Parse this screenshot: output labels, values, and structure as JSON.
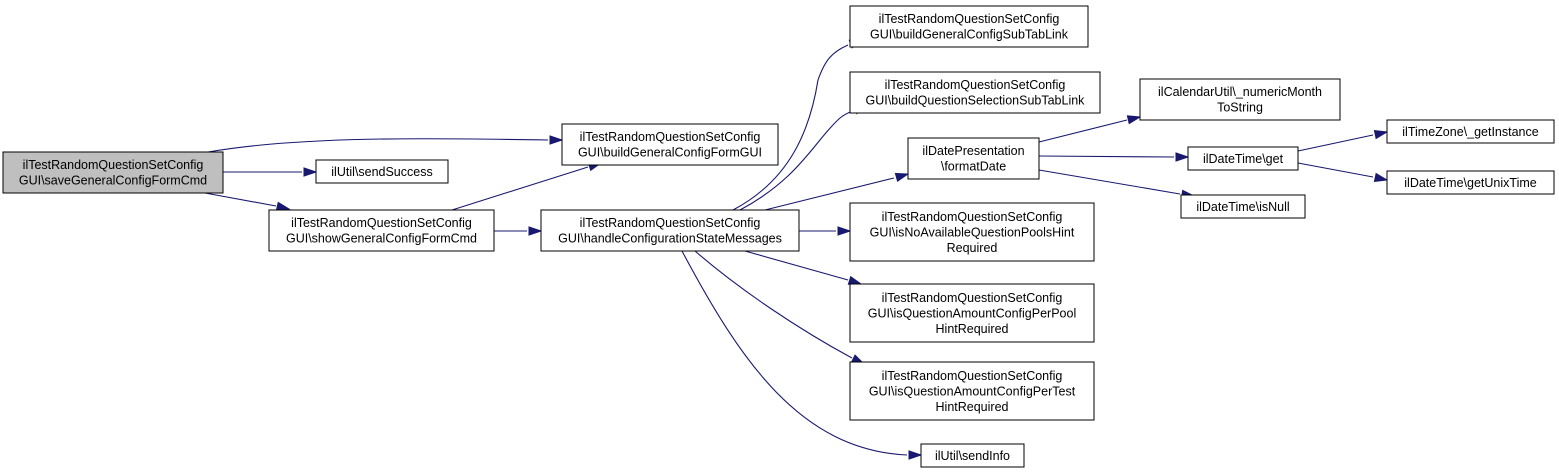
{
  "nodes": {
    "saveGeneral": {
      "label": [
        "ilTestRandomQuestionSetConfig",
        "GUI\\saveGeneralConfigFormCmd"
      ],
      "highlight": true
    },
    "sendSuccess": {
      "label": [
        "ilUtil\\sendSuccess"
      ]
    },
    "buildGeneralForm": {
      "label": [
        "ilTestRandomQuestionSetConfig",
        "GUI\\buildGeneralConfigFormGUI"
      ]
    },
    "showGeneral": {
      "label": [
        "ilTestRandomQuestionSetConfig",
        "GUI\\showGeneralConfigFormCmd"
      ]
    },
    "handleState": {
      "label": [
        "ilTestRandomQuestionSetConfig",
        "GUI\\handleConfigurationStateMessages"
      ]
    },
    "buildGeneralSubTab": {
      "label": [
        "ilTestRandomQuestionSetConfig",
        "GUI\\buildGeneralConfigSubTabLink"
      ]
    },
    "buildQuestionSubTab": {
      "label": [
        "ilTestRandomQuestionSetConfig",
        "GUI\\buildQuestionSelectionSubTabLink"
      ]
    },
    "formatDate": {
      "label": [
        "ilDatePresentation",
        "\\formatDate"
      ]
    },
    "isNoPools": {
      "label": [
        "ilTestRandomQuestionSetConfig",
        "GUI\\isNoAvailableQuestionPoolsHint",
        "Required"
      ]
    },
    "isPerPool": {
      "label": [
        "ilTestRandomQuestionSetConfig",
        "GUI\\isQuestionAmountConfigPerPool",
        "HintRequired"
      ]
    },
    "isPerTest": {
      "label": [
        "ilTestRandomQuestionSetConfig",
        "GUI\\isQuestionAmountConfigPerTest",
        "HintRequired"
      ]
    },
    "sendInfo": {
      "label": [
        "ilUtil\\sendInfo"
      ]
    },
    "numericMonth": {
      "label": [
        "ilCalendarUtil\\_numericMonth",
        "ToString"
      ]
    },
    "dtGet": {
      "label": [
        "ilDateTime\\get"
      ]
    },
    "dtIsNull": {
      "label": [
        "ilDateTime\\isNull"
      ]
    },
    "tzGetInstance": {
      "label": [
        "ilTimeZone\\_getInstance"
      ]
    },
    "dtUnix": {
      "label": [
        "ilDateTime\\getUnixTime"
      ]
    }
  },
  "edges": [
    {
      "from": "saveGeneral",
      "to": "buildGeneralForm"
    },
    {
      "from": "saveGeneral",
      "to": "sendSuccess"
    },
    {
      "from": "saveGeneral",
      "to": "showGeneral"
    },
    {
      "from": "showGeneral",
      "to": "buildGeneralForm"
    },
    {
      "from": "showGeneral",
      "to": "handleState"
    },
    {
      "from": "handleState",
      "to": "buildGeneralSubTab"
    },
    {
      "from": "handleState",
      "to": "buildQuestionSubTab"
    },
    {
      "from": "handleState",
      "to": "formatDate"
    },
    {
      "from": "handleState",
      "to": "isNoPools"
    },
    {
      "from": "handleState",
      "to": "isPerPool"
    },
    {
      "from": "handleState",
      "to": "isPerTest"
    },
    {
      "from": "handleState",
      "to": "sendInfo"
    },
    {
      "from": "formatDate",
      "to": "numericMonth"
    },
    {
      "from": "formatDate",
      "to": "dtGet"
    },
    {
      "from": "formatDate",
      "to": "dtIsNull"
    },
    {
      "from": "dtGet",
      "to": "tzGetInstance"
    },
    {
      "from": "dtGet",
      "to": "dtUnix"
    }
  ]
}
